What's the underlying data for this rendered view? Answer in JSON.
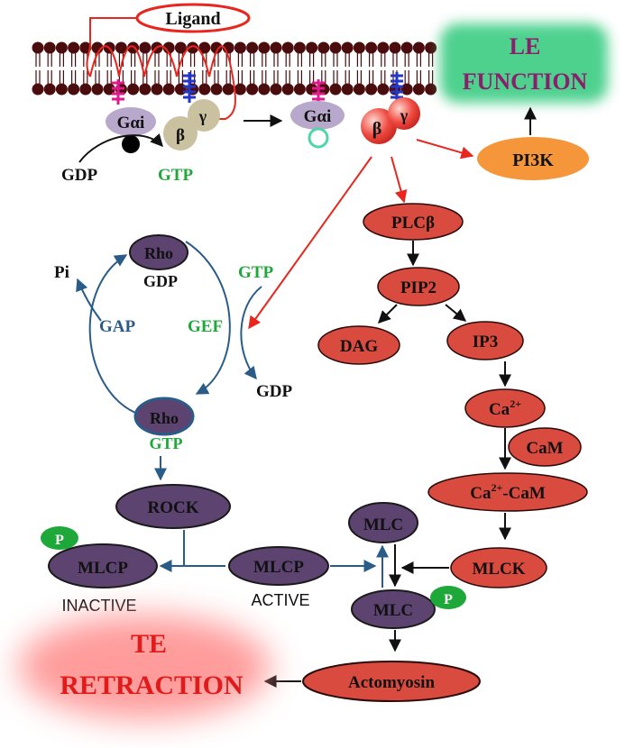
{
  "membrane": {
    "ligand": "Ligand",
    "g_alpha_i": "Gαi",
    "beta": "β",
    "gamma": "γ",
    "g_alpha_i_free": "Gαi",
    "beta_free": "β",
    "gamma_free": "γ",
    "gdp": "GDP",
    "gtp": "GTP"
  },
  "le_function": {
    "line1": "LE",
    "line2": "FUNCTION"
  },
  "pi3k": "PI3K",
  "plc_pathway": {
    "plcb": "PLCβ",
    "pip2": "PIP2",
    "dag": "DAG",
    "ip3": "IP3",
    "ca": "Ca",
    "ca_sup": "2+",
    "cam": "CaM",
    "ca_cam_prefix": "Ca",
    "ca_cam_sup": "2+",
    "ca_cam_suffix": "-CaM",
    "mlck": "MLCK"
  },
  "rho_cycle": {
    "rho_gdp": "Rho",
    "rho_gdp_sub": "GDP",
    "rho_gtp": "Rho",
    "rho_gtp_sub": "GTP",
    "pi": "Pi",
    "gap": "GAP",
    "gef": "GEF",
    "gtp_in": "GTP",
    "gdp_out": "GDP"
  },
  "rock_pathway": {
    "rock": "ROCK",
    "mlcp_inactive": "MLCP",
    "p_badge": "P",
    "inactive": "INACTIVE",
    "mlcp_active": "MLCP",
    "active": "ACTIVE",
    "mlc": "MLC",
    "mlc_p": "MLC",
    "p_badge2": "P",
    "actomyosin": "Actomyosin"
  },
  "te_retraction": {
    "line1": "TE",
    "line2": "RETRACTION"
  },
  "colors": {
    "membrane": "#4a0c0c",
    "red_node": "#d94a3f",
    "purple_node": "#5c4370",
    "blue_arrow": "#2a5c8a",
    "red_arrow": "#e8261e",
    "green_text": "#1fa83a",
    "le_text": "#8b1f6e",
    "le_glow": "#2fc97a",
    "pi3k": "#f6963a",
    "te_text": "#e11a1a"
  }
}
